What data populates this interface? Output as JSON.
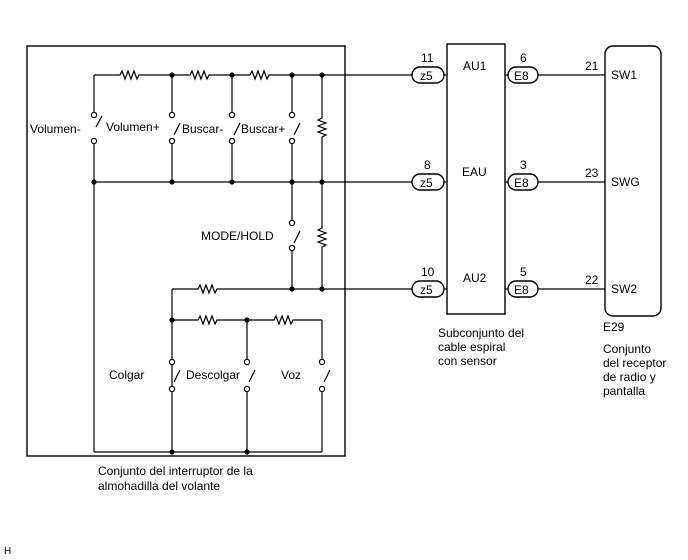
{
  "switch_assembly": {
    "caption_line1": "Conjunto del interruptor de la",
    "caption_line2": "almohadilla del volante",
    "switches": [
      "Volumen-",
      "Volumen+",
      "Buscar-",
      "Buscar+",
      "MODE/HOLD",
      "Colgar",
      "Descolgar",
      "Voz"
    ]
  },
  "spiral_cable": {
    "pins": [
      "AU1",
      "EAU",
      "AU2"
    ],
    "caption_line1": "Subconjunto del",
    "caption_line2": "cable espiral",
    "caption_line3": "con sensor"
  },
  "connectors": {
    "left": {
      "name": "z5",
      "pins": [
        "11",
        "8",
        "10"
      ]
    },
    "right": {
      "name": "E8",
      "pins": [
        "6",
        "3",
        "5"
      ]
    }
  },
  "radio": {
    "wire_numbers": [
      "21",
      "23",
      "22"
    ],
    "pins": [
      "SW1",
      "SWG",
      "SW2"
    ],
    "code": "E29",
    "caption_line1": "Conjunto",
    "caption_line2": "del receptor",
    "caption_line3": "de radio y",
    "caption_line4": "pantalla"
  },
  "corner_mark": "H"
}
